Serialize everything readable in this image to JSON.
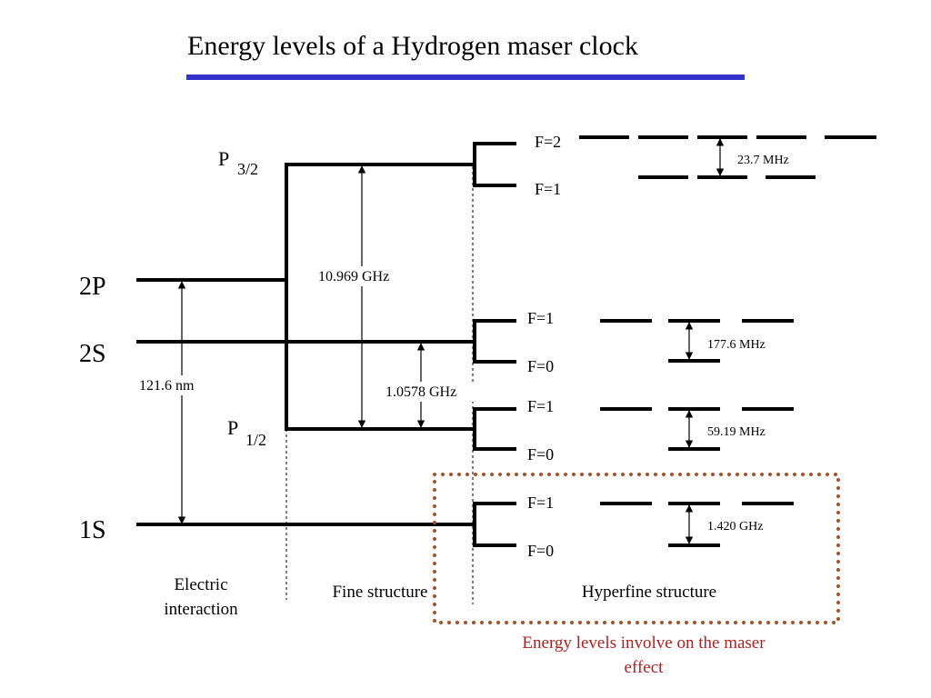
{
  "title": "Energy levels of a Hydrogen maser clock",
  "colors": {
    "title_rule": "#3333cc",
    "highlight_border": "#a0522d",
    "note_text": "#aa2222"
  },
  "levels": {
    "two_p": "2P",
    "two_s": "2S",
    "one_s": "1S",
    "p32": {
      "main": "P",
      "sub": "3/2"
    },
    "p12": {
      "main": "P",
      "sub": "1/2"
    }
  },
  "hyperfine_labels": {
    "p32_upper": "F=2",
    "p32_lower": "F=1",
    "s2_upper": "F=1",
    "s2_lower": "F=0",
    "p12_upper": "F=1",
    "p12_lower": "F=0",
    "s1_upper": "F=1",
    "s1_lower": "F=0"
  },
  "intervals": {
    "lyman": "121.6 nm",
    "fine": "10.969 GHz",
    "lamb": "1.0578 GHz",
    "hf_p32": "23.7 MHz",
    "hf_s2": "177.6 MHz",
    "hf_p12": "59.19 MHz",
    "hf_s1": "1.420 GHz"
  },
  "columns": {
    "electric_line1": "Electric",
    "electric_line2": "interaction",
    "fine": "Fine structure",
    "hyperfine": "Hyperfine structure"
  },
  "note": {
    "line1": "Energy levels involve on the maser",
    "line2": "effect"
  }
}
